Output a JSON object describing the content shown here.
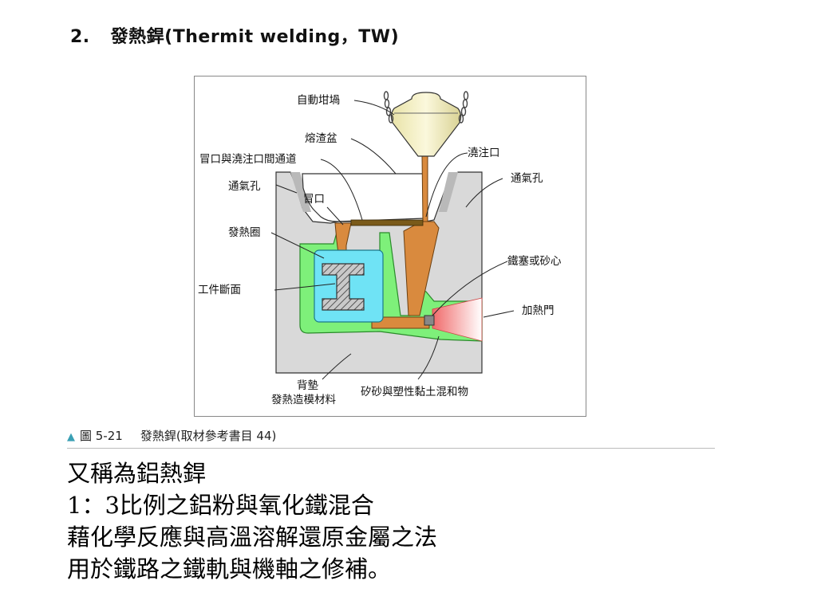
{
  "heading": {
    "number": "2.",
    "title": "發熱銲(Thermit welding，TW)"
  },
  "figure": {
    "labels": {
      "crucible": "自動坩堝",
      "slag_basin": "熔渣盆",
      "riser_channel": "冒口與澆注口間通道",
      "pouring_gate": "澆注口",
      "vent_left": "通氣孔",
      "vent_right": "通氣孔",
      "riser": "冒口",
      "heating_ring": "發熱圈",
      "workpiece_section": "工件斷面",
      "plug": "鐵塞或砂心",
      "heating_gate": "加熱門",
      "backing_line1": "背墊",
      "backing_line2": "發熱造模材料",
      "sand_mix": "矽砂與塑性黏土混和物"
    }
  },
  "caption": {
    "marker": "▲",
    "figure_no": "圖 5-21",
    "text": "發熱銲(取材參考書目 44)"
  },
  "body": {
    "lines": [
      "又稱為鋁熱銲",
      "1：3比例之鋁粉與氧化鐵混合",
      "藉化學反應與高溫溶解還原金屬之法",
      "用於鐵路之鐵軌與機軸之修補。"
    ]
  },
  "colors": {
    "mold_gray": "#d9d9d9",
    "copper": "#d98a3e",
    "heating_green": "#7ef07a",
    "workpiece_cyan": "#6fe3f5",
    "riser_brown": "#7a5a1a",
    "crucible_cream": "#f7f3c8",
    "caption_marker": "#3aa0b4"
  }
}
